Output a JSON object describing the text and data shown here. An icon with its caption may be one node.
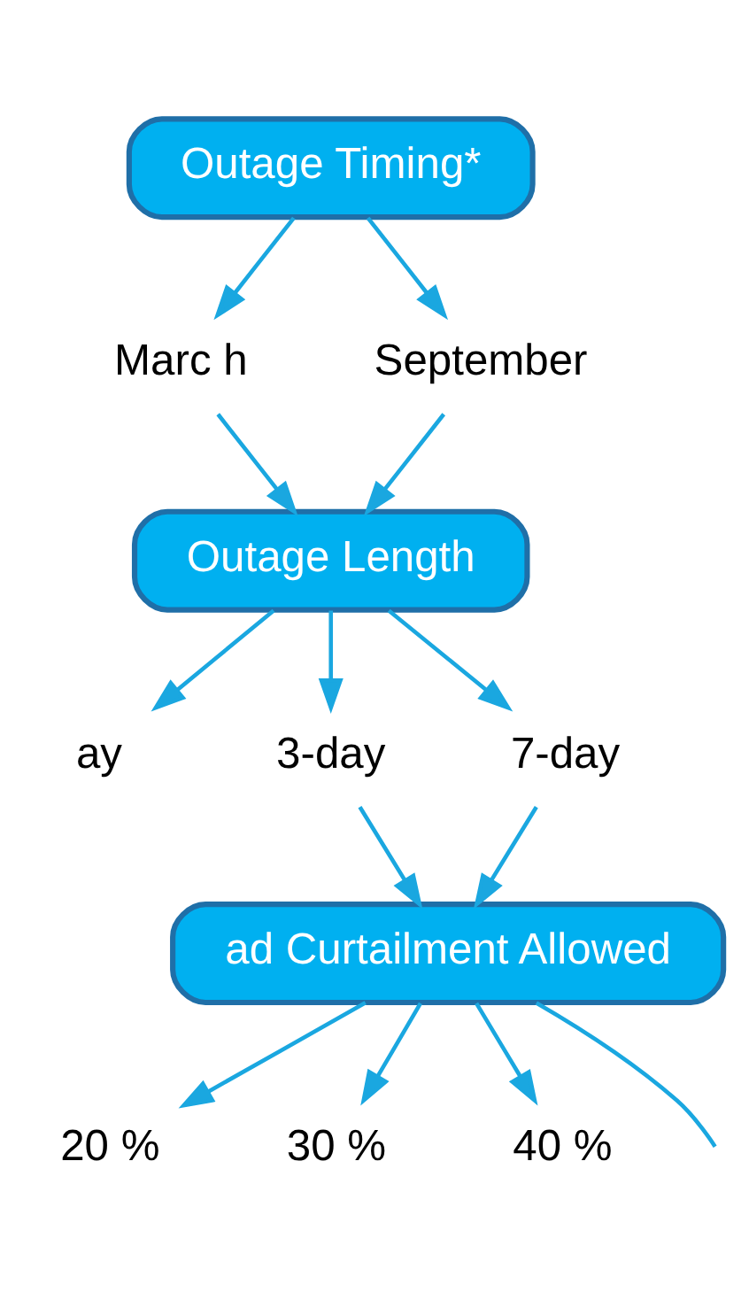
{
  "diagram": {
    "nodes": [
      {
        "text": [
          "Outage Timing*"
        ]
      },
      {
        "text": [
          "Marc h"
        ]
      },
      {
        "text": [
          "September"
        ]
      },
      {
        "text": [
          "Outage Length"
        ]
      },
      {
        "text": [
          "ay"
        ]
      },
      {
        "text": [
          "3-day"
        ]
      },
      {
        "text": [
          "7-day"
        ]
      },
      {
        "text": [
          "ad Curtailment Allowed"
        ]
      },
      {
        "text": [
          "20 %"
        ]
      },
      {
        "text": [
          "30 %"
        ]
      },
      {
        "text": [
          "40 %"
        ]
      }
    ],
    "edges": [
      {
        "from": 0,
        "to": 1,
        "arrow": "to"
      },
      {
        "from": 0,
        "to": 2,
        "arrow": "to"
      },
      {
        "from": 1,
        "to": 3,
        "arrow": "to"
      },
      {
        "from": 2,
        "to": 3,
        "arrow": "to"
      },
      {
        "from": 3,
        "to": 4,
        "arrow": "to"
      },
      {
        "from": 3,
        "to": 5,
        "arrow": "to"
      },
      {
        "from": 3,
        "to": 6,
        "arrow": "to"
      },
      {
        "from": 5,
        "to": 7,
        "arrow": "to"
      },
      {
        "from": 6,
        "to": 7,
        "arrow": "to"
      },
      {
        "from": 7,
        "to": null,
        "arrow": "none"
      },
      {
        "from": 7,
        "to": 8,
        "arrow": "to"
      },
      {
        "from": 7,
        "to": 9,
        "arrow": "to"
      },
      {
        "from": 7,
        "to": 10,
        "arrow": "to"
      }
    ]
  }
}
